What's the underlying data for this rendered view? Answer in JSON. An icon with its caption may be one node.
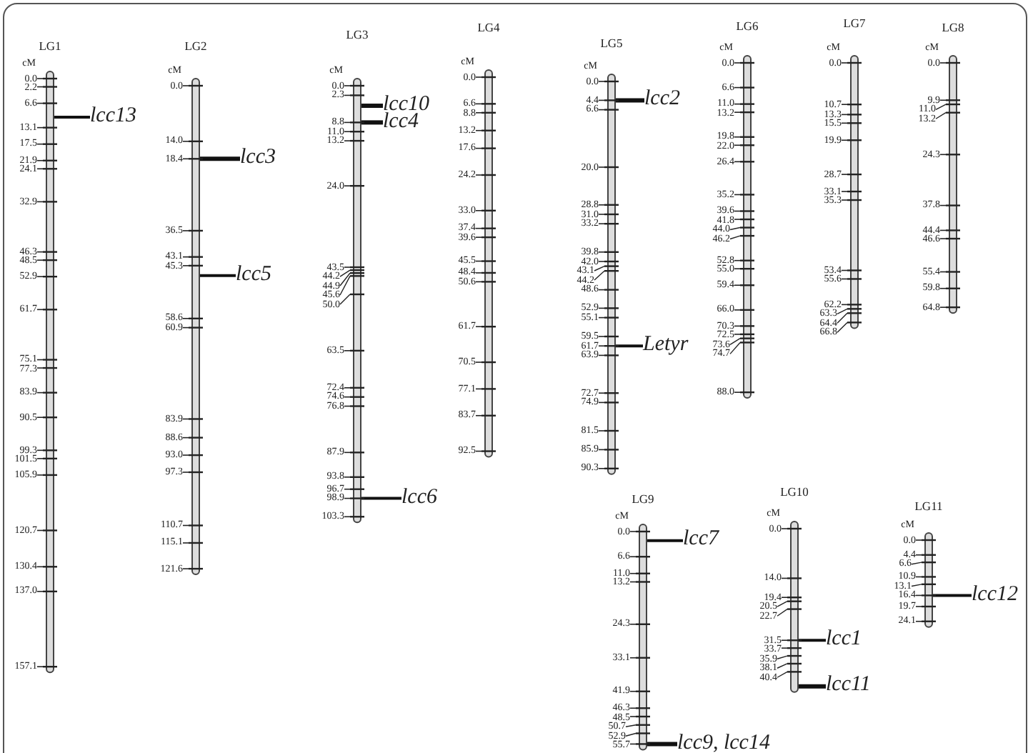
{
  "diagram": {
    "nodes": [
      {
        "text": [
          "LG1"
        ],
        "beside": [
          "cM",
          "0.0",
          "2.2",
          "6.6",
          "13.1",
          "17.5",
          "21.9",
          "24.1",
          "32.9",
          "46.3",
          "48.5",
          "52.9",
          "61.7",
          "75.1",
          "77.3",
          "83.9",
          "90.5",
          "99.3",
          "101.5",
          "105.9",
          "120.7",
          "130.4",
          "137.0",
          "157.1"
        ]
      },
      {
        "text": [
          "LG2"
        ],
        "beside": [
          "cM",
          "0.0",
          "14.0",
          "18.4",
          "36.5",
          "43.1",
          "45.3",
          "58.6",
          "60.9",
          "83.9",
          "88.6",
          "93.0",
          "97.3",
          "110.7",
          "115.1",
          "121.6"
        ]
      },
      {
        "text": [
          "LG3"
        ],
        "beside": [
          "cM",
          "0.0",
          "2.3",
          "8.8",
          "11.0",
          "13.2",
          "24.0",
          "43.5",
          "44.2",
          "44.9",
          "45.6",
          "50.0",
          "63.5",
          "72.4",
          "74.6",
          "76.8",
          "87.9",
          "93.8",
          "96.7",
          "98.9",
          "103.3"
        ]
      },
      {
        "text": [
          "LG4"
        ],
        "beside": [
          "cM",
          "0.0",
          "6.6",
          "8.8",
          "13.2",
          "17.6",
          "24.2",
          "33.0",
          "37.4",
          "39.6",
          "45.5",
          "48.4",
          "50.6",
          "61.7",
          "70.5",
          "77.1",
          "83.7",
          "92.5"
        ]
      },
      {
        "text": [
          "LG5"
        ],
        "beside": [
          "cM",
          "0.0",
          "4.4",
          "6.6",
          "20.0",
          "28.8",
          "31.0",
          "33.2",
          "39.8",
          "42.0",
          "43.1",
          "44.2",
          "48.6",
          "52.9",
          "55.1",
          "59.5",
          "61.7",
          "63.9",
          "72.7",
          "74.9",
          "81.5",
          "85.9",
          "90.3"
        ]
      },
      {
        "text": [
          "LG6"
        ],
        "beside": [
          "cM",
          "0.0",
          "6.6",
          "11.0",
          "13.2",
          "19.8",
          "22.0",
          "26.4",
          "35.2",
          "39.6",
          "41.8",
          "44.0",
          "46.2",
          "52.8",
          "55.0",
          "59.4",
          "66.0",
          "70.3",
          "72.5",
          "73.6",
          "74.7",
          "88.0"
        ]
      },
      {
        "text": [
          "LG7"
        ],
        "beside": [
          "cM",
          "0.0",
          "10.7",
          "13.3",
          "15.5",
          "19.9",
          "28.7",
          "33.1",
          "35.3",
          "53.4",
          "55.6",
          "62.2",
          "63.3",
          "64.4",
          "66.8"
        ]
      },
      {
        "text": [
          "LG8"
        ],
        "beside": [
          "cM",
          "0.0",
          "9.9",
          "11.0",
          "13.2",
          "24.3",
          "37.8",
          "44.4",
          "46.6",
          "55.4",
          "59.8",
          "64.8"
        ]
      },
      {
        "text": [
          "LG9"
        ],
        "beside": [
          "cM",
          "0.0",
          "6.6",
          "11.0",
          "13.2",
          "24.3",
          "33.1",
          "41.9",
          "46.3",
          "48.5",
          "50.7",
          "52.9",
          "55.7"
        ]
      },
      {
        "text": [
          "LG10"
        ],
        "beside": [
          "cM",
          "0.0",
          "14.0",
          "19.4",
          "20.5",
          "22.7",
          "31.5",
          "33.7",
          "35.9",
          "38.1",
          "40.4"
        ]
      },
      {
        "text": [
          "LG11"
        ],
        "beside": [
          "cM",
          "0.0",
          "4.4",
          "6.6",
          "10.9",
          "13.1",
          "16.4",
          "19.7",
          "24.1"
        ]
      },
      {
        "text": [
          "lcc13"
        ]
      },
      {
        "text": [
          "lcc10"
        ]
      },
      {
        "text": [
          "lcc2"
        ]
      },
      {
        "text": [
          "lcc4"
        ]
      },
      {
        "text": [
          "lcc3"
        ]
      },
      {
        "text": [
          "lcc5"
        ]
      },
      {
        "text": [
          "Letyr"
        ]
      },
      {
        "text": [
          "lcc6"
        ]
      },
      {
        "text": [
          "lcc7"
        ]
      },
      {
        "text": [
          "lcc12"
        ]
      },
      {
        "text": [
          "lcc1"
        ]
      },
      {
        "text": [
          "lcc11"
        ]
      },
      {
        "text": [
          "lcc9, lcc14"
        ]
      }
    ],
    "edges": [
      {
        "from": 11,
        "to": 0,
        "arrow": "none"
      },
      {
        "from": 12,
        "to": 2,
        "arrow": "none"
      },
      {
        "from": 13,
        "to": 4,
        "arrow": "none"
      },
      {
        "from": 14,
        "to": 2,
        "arrow": "none"
      },
      {
        "from": 15,
        "to": 1,
        "arrow": "none"
      },
      {
        "from": 16,
        "to": 1,
        "arrow": "none"
      },
      {
        "from": 17,
        "to": 4,
        "arrow": "none"
      },
      {
        "from": 18,
        "to": 2,
        "arrow": "none"
      },
      {
        "from": 19,
        "to": 8,
        "arrow": "none"
      },
      {
        "from": 20,
        "to": 10,
        "arrow": "none"
      },
      {
        "from": 21,
        "to": 9,
        "arrow": "none"
      },
      {
        "from": 22,
        "to": 9,
        "arrow": "none"
      },
      {
        "from": 23,
        "to": 8,
        "arrow": "none"
      }
    ]
  }
}
